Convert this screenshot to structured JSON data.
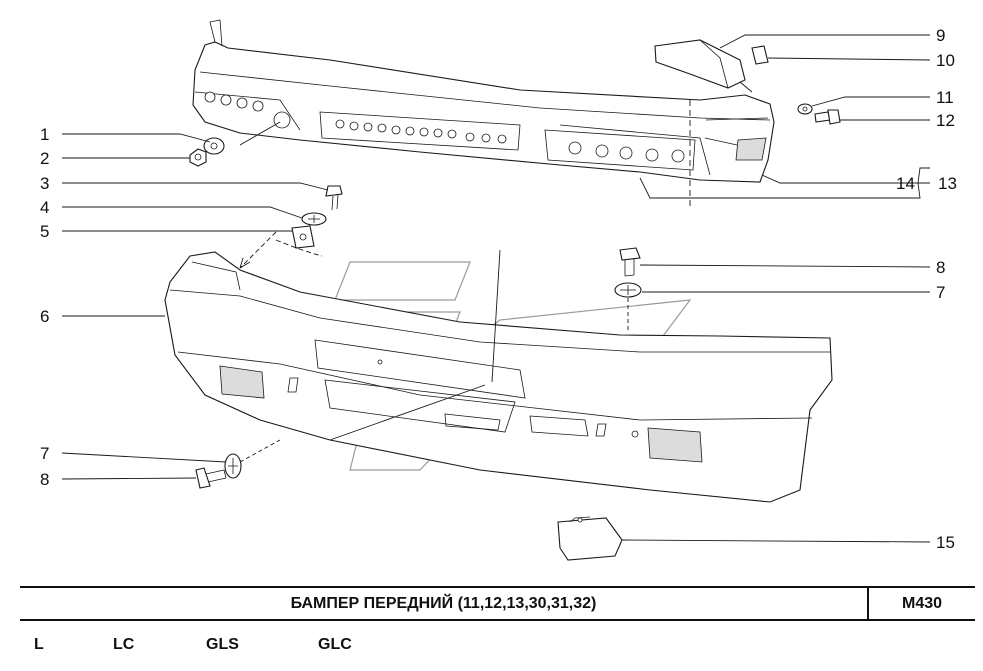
{
  "diagram": {
    "callouts": {
      "c1": "1",
      "c2": "2",
      "c3": "3",
      "c4": "4",
      "c5": "5",
      "c6": "6",
      "c7_left": "7",
      "c8_left": "8",
      "c9": "9",
      "c10": "10",
      "c11": "11",
      "c12": "12",
      "c13": "13",
      "c14": "14",
      "c8_right": "8",
      "c7_right": "7",
      "c15": "15"
    }
  },
  "title_block": {
    "title": "БАМПЕР   ПЕРЕДНИЙ (11,12,13,30,31,32)",
    "code": "M430"
  },
  "variants": [
    "L",
    "LC",
    "GLS",
    "GLC"
  ],
  "colors": {
    "line": "#1a1a1a",
    "watermark": "#9a9a9a",
    "background": "#ffffff"
  }
}
